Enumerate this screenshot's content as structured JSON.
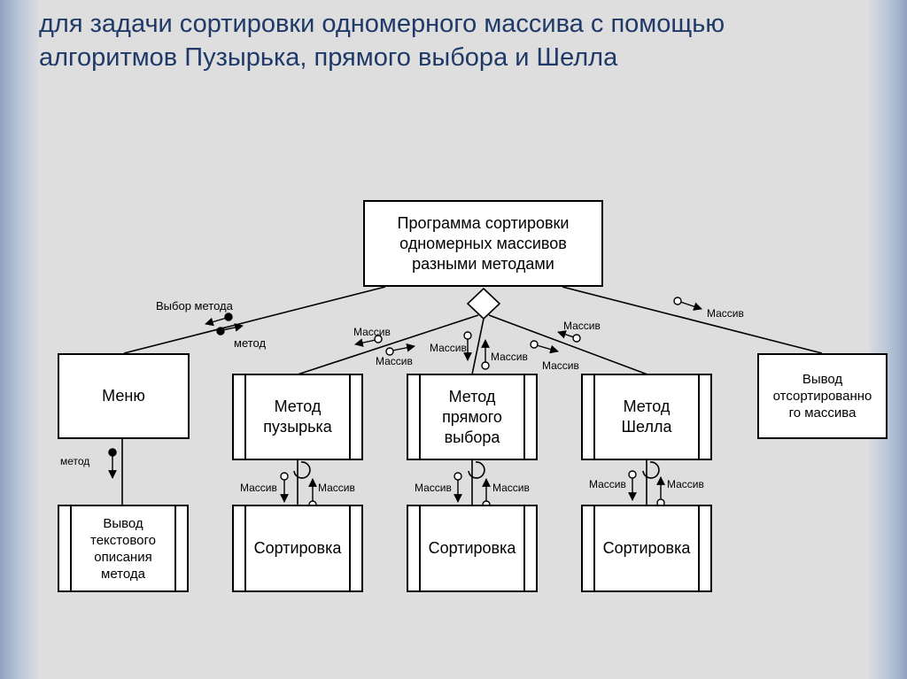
{
  "title": {
    "line1": "для задачи сортировки одномерного массива с помощью",
    "line2": "алгоритмов Пузырька, прямого выбора и Шелла"
  },
  "colors": {
    "title": "#1f3a68",
    "slide_bg": "#dedede",
    "border_accent": "#8fa3c1"
  },
  "diagram": {
    "root": "Программа сортировки\nодномерных массивов\nразными методами",
    "menu": "Меню",
    "method_bubble": "Метод\nпузырька",
    "method_select": "Метод\nпрямого\nвыбора",
    "method_shell": "Метод\nШелла",
    "output_sorted": "Вывод\nотсортированно\nго массива",
    "output_text": "Вывод\nтекстового\nописания\nметода",
    "sort1": "Сортировка",
    "sort2": "Сортировка",
    "sort3": "Сортировка",
    "labels": {
      "choose_method": "Выбор метода",
      "method": "метод",
      "method_left": "метод",
      "array": "Массив"
    }
  }
}
